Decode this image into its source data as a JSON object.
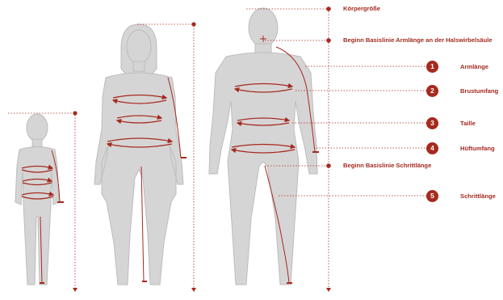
{
  "colors": {
    "accent": "#a52a1f",
    "body_fill": "#d6d5d5",
    "body_stroke": "#bdbcbc",
    "background": "#ffffff"
  },
  "labels": {
    "height": "Körpergröße",
    "arm_start": "Beginn Basislinie Armlänge an der Halswirbelsäule",
    "inseam_start": "Beginn Basislinie Schrittlänge"
  },
  "measurements": [
    {
      "number": "1",
      "label": "Armlänge"
    },
    {
      "number": "2",
      "label": "Brustumfang"
    },
    {
      "number": "3",
      "label": "Taille"
    },
    {
      "number": "4",
      "label": "Hüftumfang"
    },
    {
      "number": "5",
      "label": "Schrittlänge"
    }
  ],
  "figures": [
    "child-figure",
    "woman-figure",
    "man-figure"
  ]
}
